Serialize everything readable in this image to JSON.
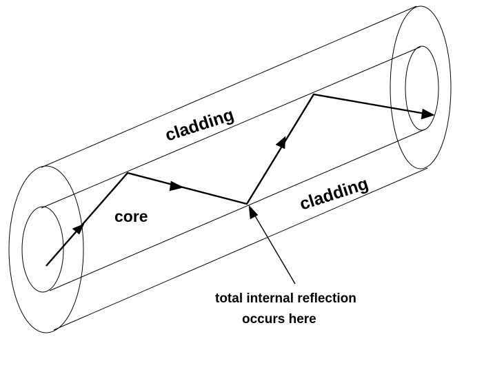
{
  "labels": {
    "cladding_top": "cladding",
    "cladding_bottom": "cladding",
    "core": "core",
    "note_line1": "total internal reflection",
    "note_line2": "occurs here"
  },
  "colors": {
    "background": "#ffffff",
    "stroke": "#000000"
  }
}
